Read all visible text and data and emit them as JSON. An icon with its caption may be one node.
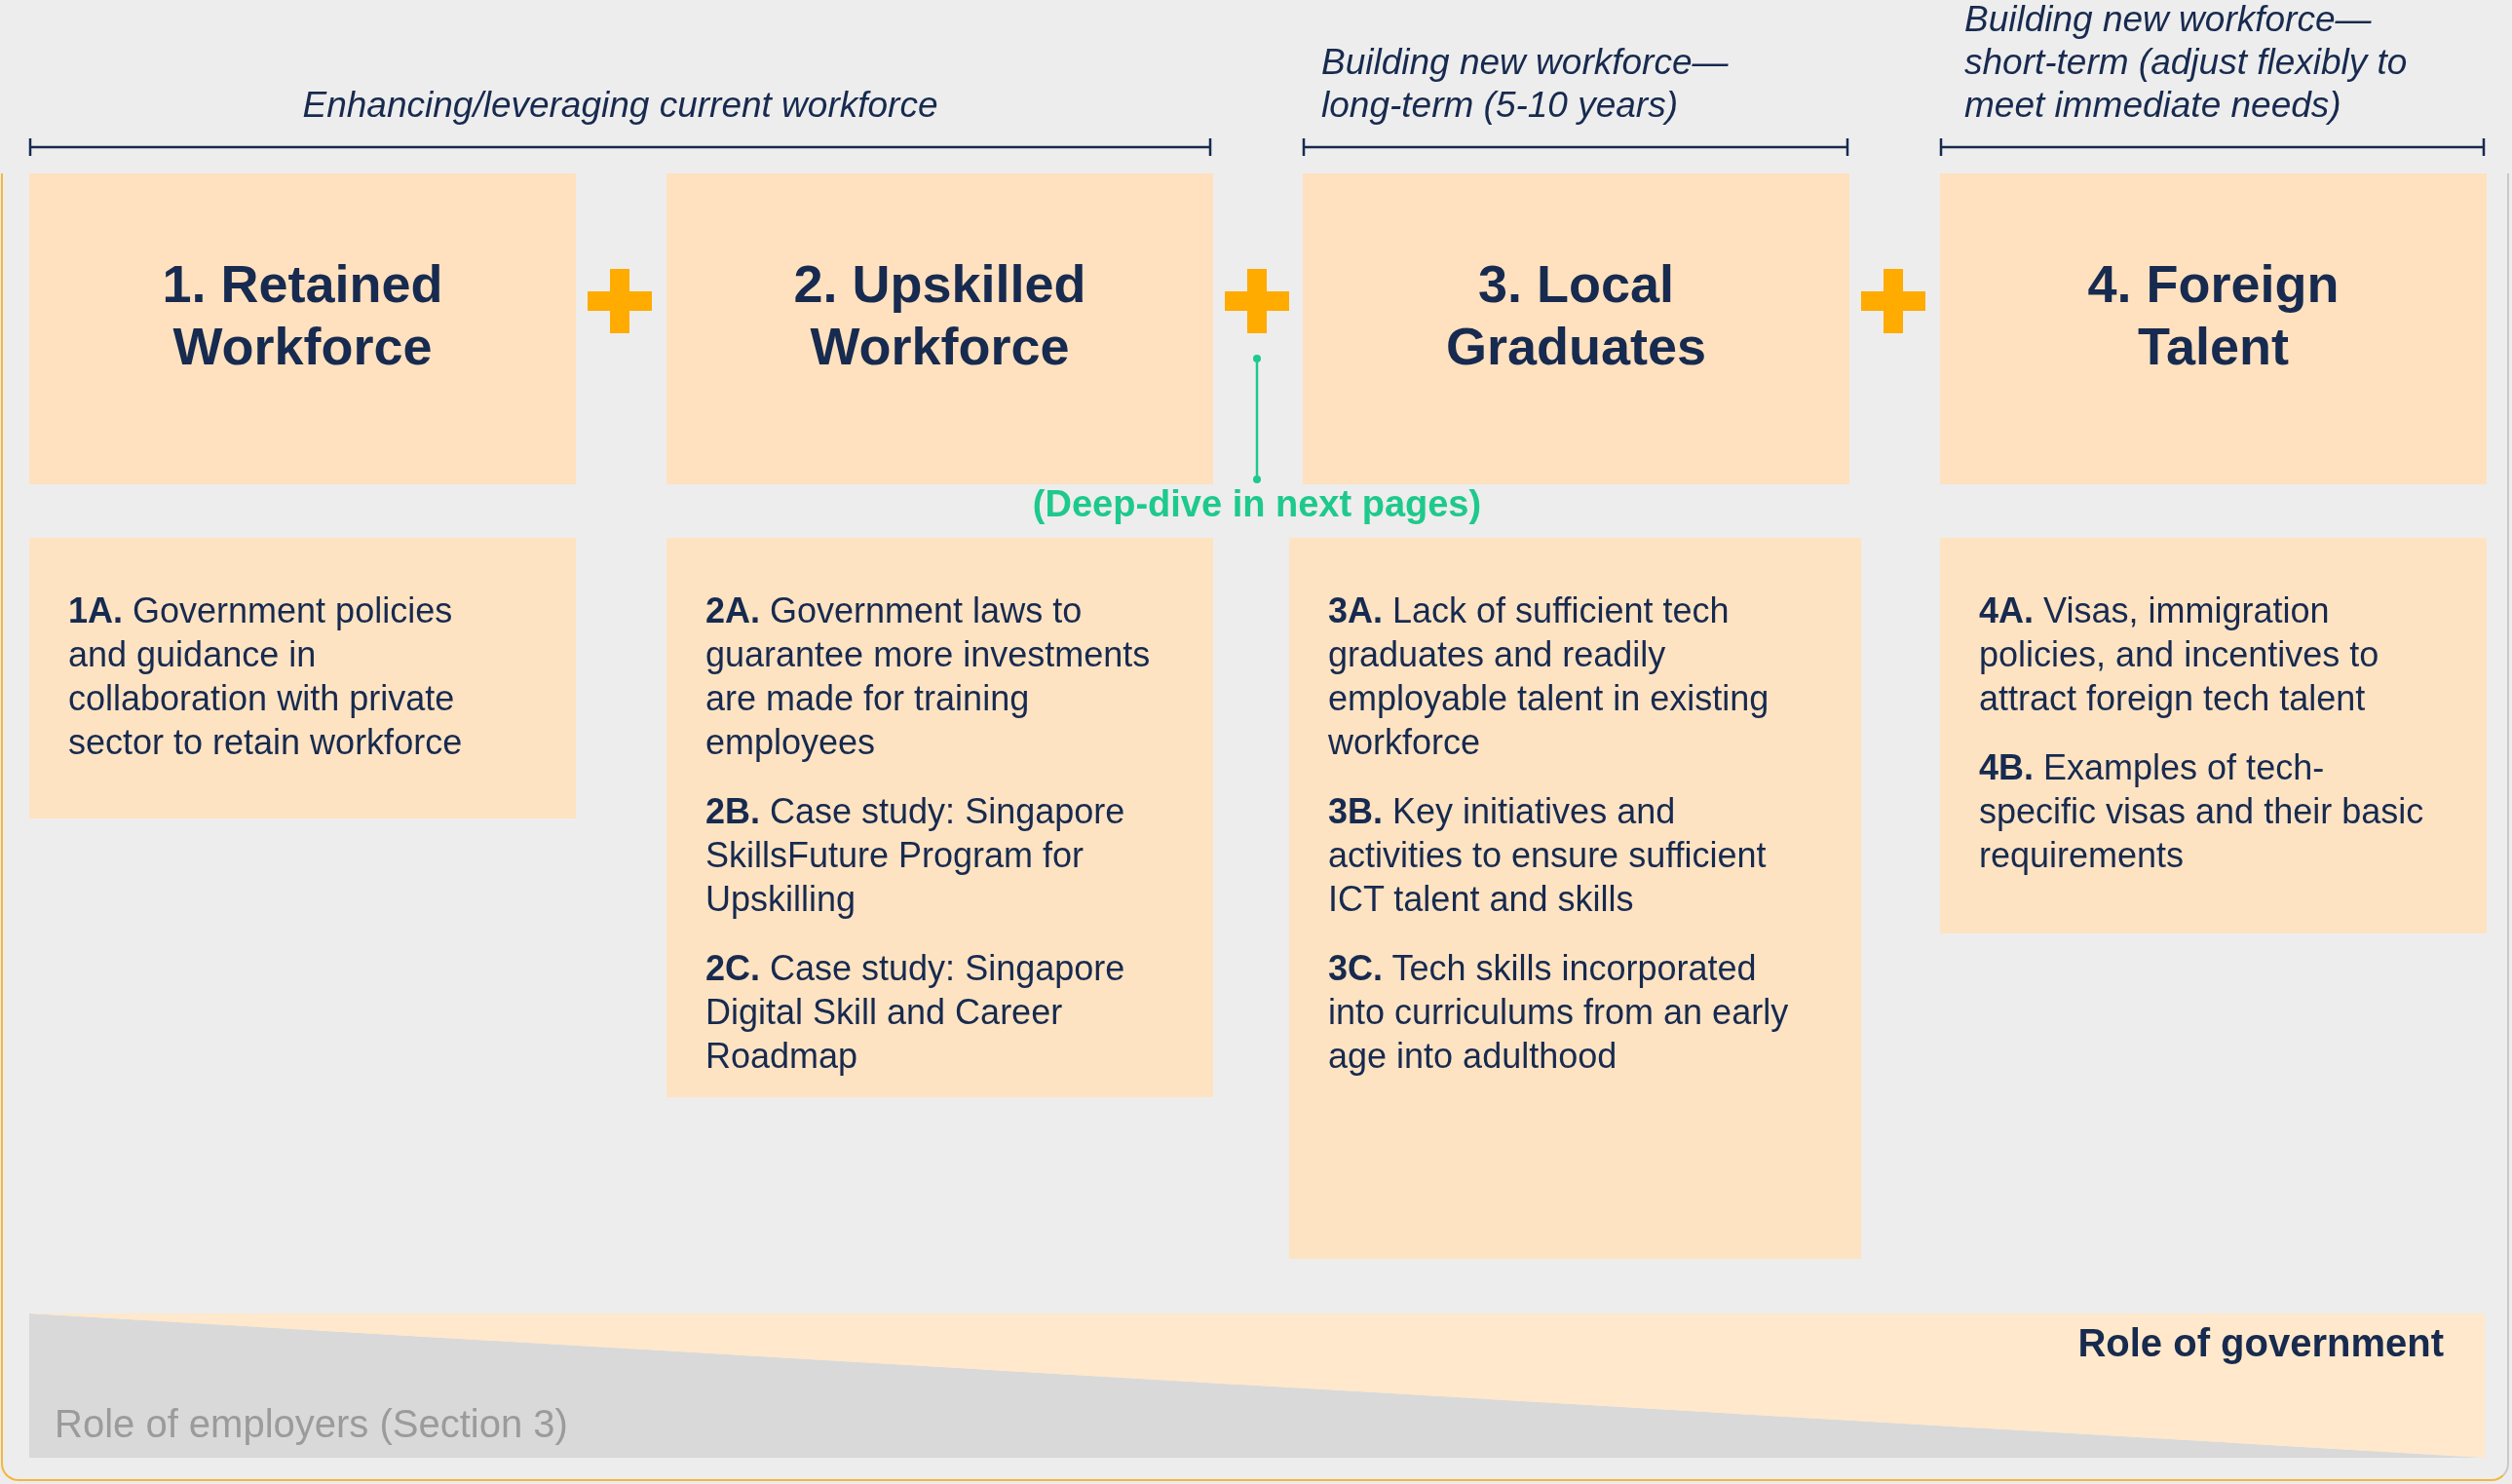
{
  "diagram": {
    "nodes": [
      {
        "text": [
          "1. Retained Workforce"
        ]
      },
      {
        "text": [
          "2. Upskilled Workforce"
        ]
      },
      {
        "text": [
          "3. Local Graduates"
        ]
      },
      {
        "text": [
          "4. Foreign Talent"
        ]
      },
      {
        "text": [
          "**1A.** Government policies and guidance in collaboration with private sector to retain workforce"
        ]
      },
      {
        "text": [
          "**2A.** Government laws to guarantee more investments are made for training employees",
          "**2B.** Case study: Singapore SkillsFuture Program for Upskilling",
          "**2C.** Case study: Singapore Digital Skill and Career Roadmap"
        ]
      },
      {
        "text": [
          "**3A.** Lack of sufficient tech graduates and readily employable talent in existing workforce",
          "**3B.** Key initiatives and activities to ensure sufficient ICT talent and skills",
          "**3C.** Tech skills incorporated into curriculums from an early age into adulthood"
        ]
      },
      {
        "text": [
          "**4A.** Visas, immigration policies, and incentives to attract foreign tech talent",
          "**4B.** Examples of tech-specific visas and their basic requirements"
        ]
      },
      {
        "text": [
          "(Deep-dive in next pages)"
        ]
      },
      {
        "text": [
          "Role of government"
        ]
      },
      {
        "text": [
          "Role of employers (Section 3)"
        ]
      },
      {
        "text": [],
        "shape": "plus"
      },
      {
        "text": [],
        "shape": "plus"
      },
      {
        "text": [],
        "shape": "plus"
      }
    ],
    "edges": [
      {
        "from": 8,
        "to": 12,
        "arrow": "other",
        "color": "#1ec98d"
      }
    ],
    "labels": [
      "Enhancing/leveraging current workforce",
      "Building new workforce—long-term (5-10 years)",
      "Building new workforce—short-term (adjust flexibly to meet immediate needs)"
    ]
  }
}
